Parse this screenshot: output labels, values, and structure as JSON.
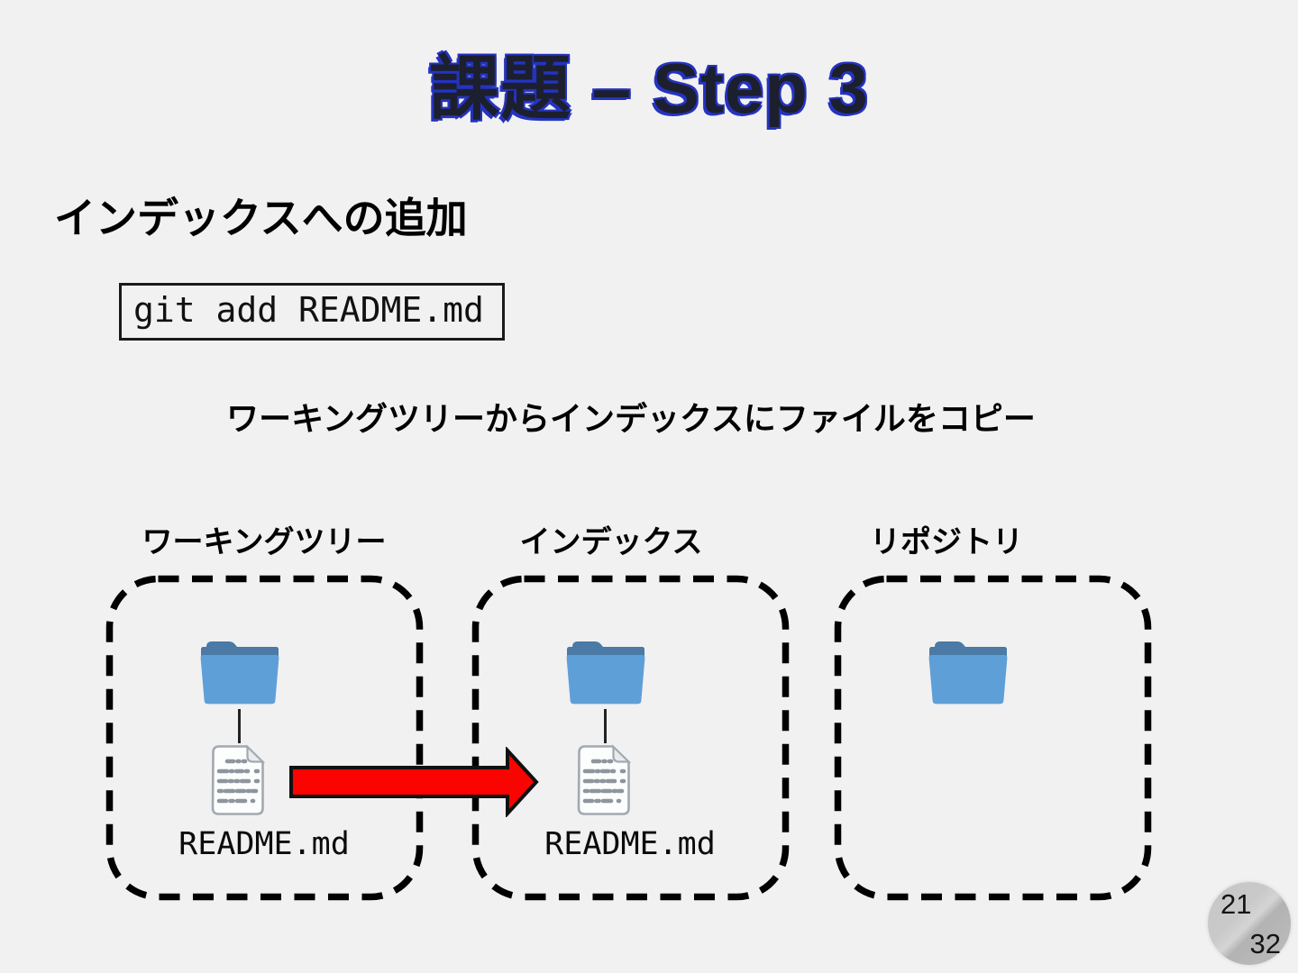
{
  "slide": {
    "title": "課題 – Step 3",
    "subtitle": "インデックスへの追加",
    "command": "git add README.md",
    "caption": "ワーキングツリーからインデックスにファイルをコピー"
  },
  "diagram": {
    "zones": [
      {
        "label": "ワーキングツリー",
        "icons": [
          "folder-icon",
          "document-icon"
        ],
        "file_label": "README.md"
      },
      {
        "label": "インデックス",
        "icons": [
          "folder-icon",
          "document-icon"
        ],
        "file_label": "README.md"
      },
      {
        "label": "リポジトリ",
        "icons": [
          "folder-icon"
        ]
      }
    ],
    "arrow": {
      "name": "copy-arrow-icon",
      "from": "ワーキングツリー",
      "to": "インデックス",
      "direction": "right"
    }
  },
  "page": {
    "current": "21",
    "total": "32"
  },
  "colors": {
    "background": "#f1f1f2",
    "title_text": "#1c1f2e",
    "title_glow": "#2433c0",
    "folder_body": "#5f9fd8",
    "folder_accent": "#4a7aa5",
    "file_fill": "#fcfdfd",
    "file_outline": "#a3a9b0",
    "file_lines": "#8e959c",
    "fold_fill": "#e9ecef",
    "arrow_fill": "#fb0300",
    "arrow_outline": "#111111",
    "zone_border": "#000000",
    "badge_light": "#d4d4d4",
    "badge_dark": "#b3b3b3"
  }
}
